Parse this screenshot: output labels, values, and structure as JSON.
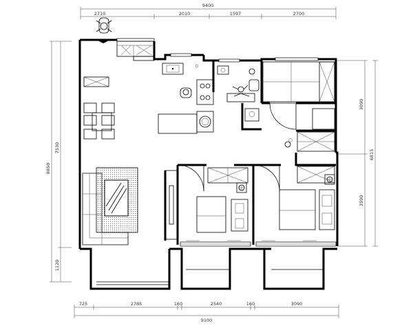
{
  "dimensions": {
    "top_total": "9400",
    "top_segments": [
      "2710",
      "2010",
      "1597",
      "2700"
    ],
    "bottom_total": "9100",
    "bottom_segments": [
      "725",
      "2785",
      "160",
      "2540",
      "160",
      "3090"
    ],
    "left_outer": "8850",
    "left_inner": "7530",
    "left_lower": "1120",
    "right_outer": "6815",
    "right_upper": "3090",
    "right_lower": "3590"
  }
}
